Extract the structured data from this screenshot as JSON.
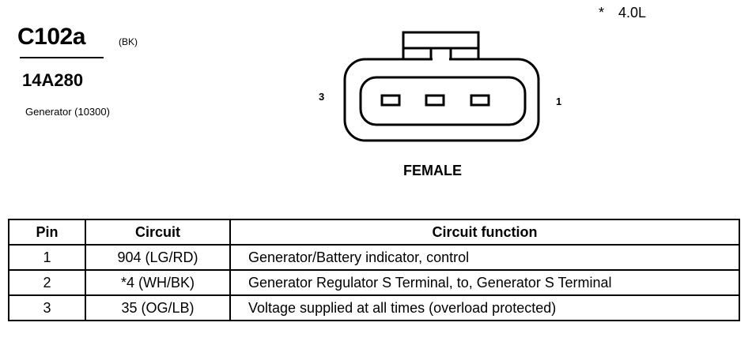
{
  "connector": {
    "id": "C102a",
    "color_code": "(BK)",
    "part_number": "14A280",
    "component": "Generator (10300)",
    "engine_note_marker": "*",
    "engine_note": "4.0L",
    "pin_left_label": "3",
    "pin_right_label": "1",
    "gender": "FEMALE"
  },
  "table": {
    "headers": [
      "Pin",
      "Circuit",
      "Circuit function"
    ],
    "rows": [
      {
        "pin": "1",
        "circuit": "904 (LG/RD)",
        "function": "Generator/Battery indicator, control"
      },
      {
        "pin": "2",
        "circuit": "*4 (WH/BK)",
        "function": "Generator Regulator S Terminal, to, Generator S Terminal"
      },
      {
        "pin": "3",
        "circuit": "35 (OG/LB)",
        "function": "Voltage supplied at all times (overload protected)"
      }
    ]
  }
}
